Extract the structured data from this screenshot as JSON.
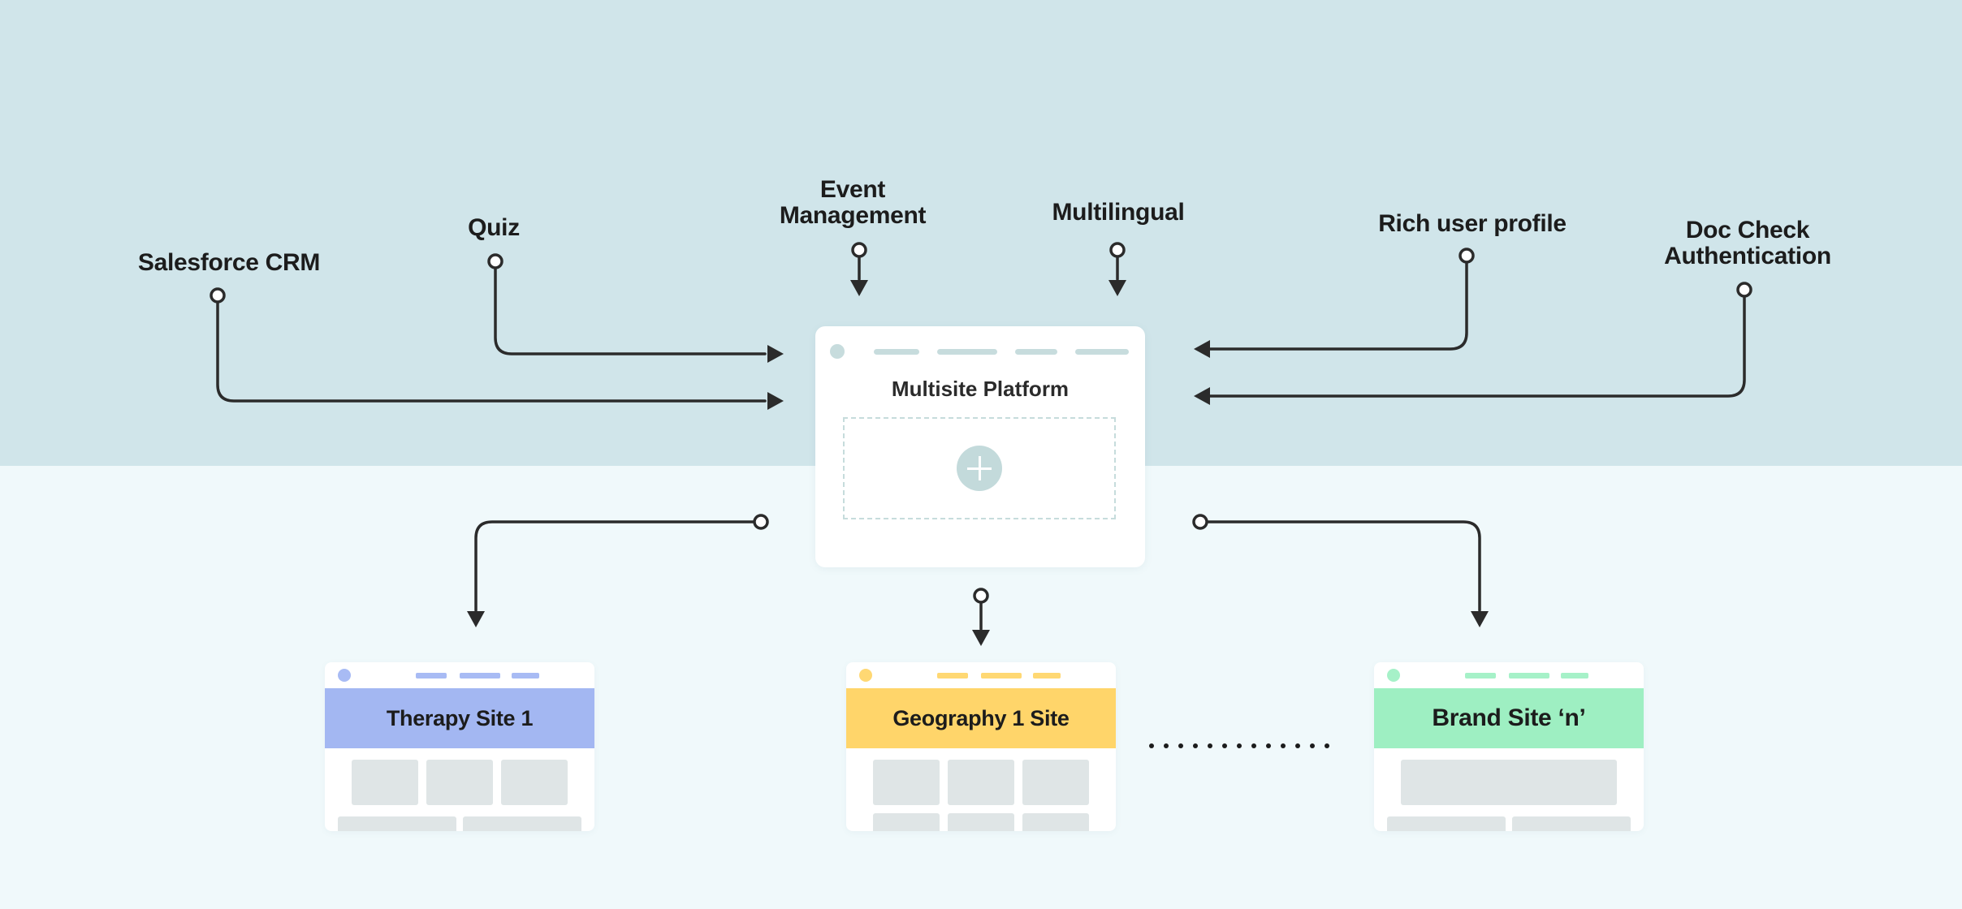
{
  "diagram": {
    "inputs": {
      "salesforce": "Salesforce CRM",
      "quiz": "Quiz",
      "event_line1": "Event",
      "event_line2": "Management",
      "multilingual": "Multilingual",
      "rich_user_profile": "Rich user profile",
      "doccheck_line1": "Doc Check",
      "doccheck_line2": "Authentication"
    },
    "platform": {
      "title": "Multisite Platform"
    },
    "sites": [
      {
        "label": "Therapy Site 1",
        "accent": "#a8bbf4",
        "accent_light": "#a3b7f2"
      },
      {
        "label": "Geography 1 Site",
        "accent": "#ffd873",
        "accent_light": "#ffd56a"
      },
      {
        "label": "Brand Site ‘n’",
        "accent": "#a6f1c8",
        "accent_light": "#9eefc2"
      }
    ]
  },
  "colors": {
    "top_background": "#d0e5ea",
    "bottom_background": "#f0f9fb",
    "connector": "#2b2b2b",
    "placeholder": "#dfe5e6"
  }
}
